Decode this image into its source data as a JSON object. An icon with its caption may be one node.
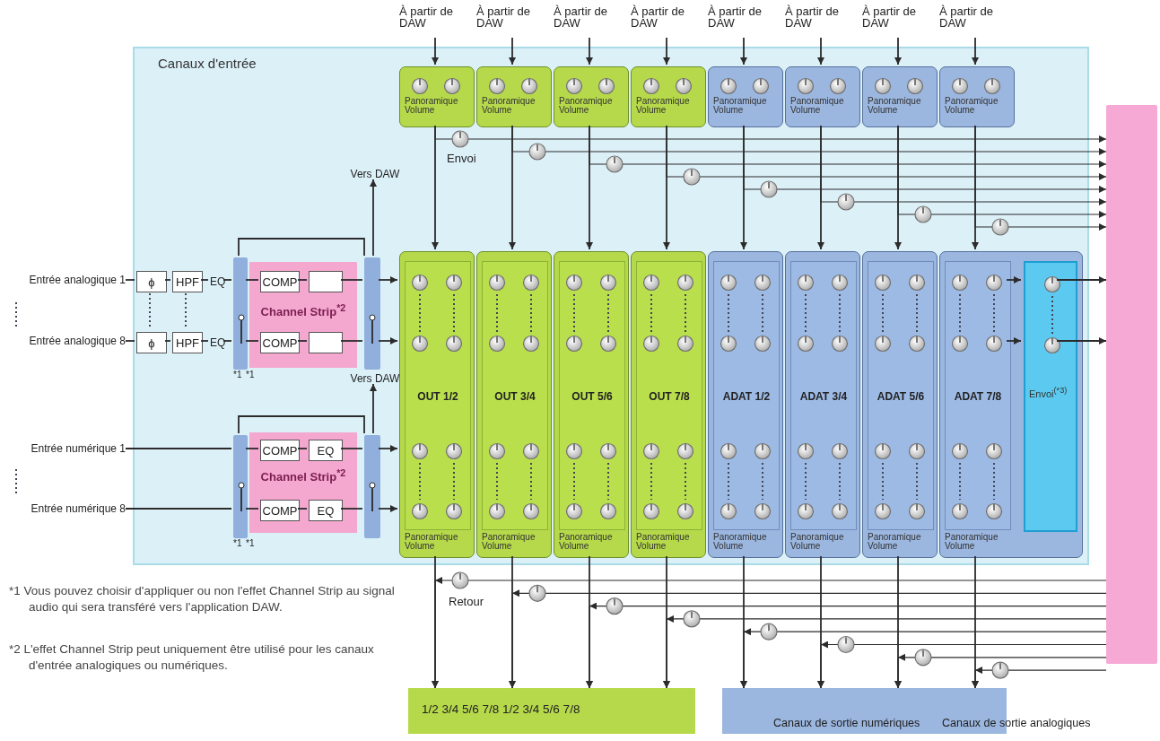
{
  "diagram": {
    "nodes": [
      {
        "text": [
          "Canaux d'entrée"
        ]
      },
      {
        "text": [
          "À partir de DAW"
        ]
      },
      {
        "text": [
          "À partir de DAW"
        ]
      },
      {
        "text": [
          "À partir de DAW"
        ]
      },
      {
        "text": [
          "À partir de DAW"
        ]
      },
      {
        "text": [
          "À partir de DAW"
        ]
      },
      {
        "text": [
          "À partir de DAW"
        ]
      },
      {
        "text": [
          "À partir de DAW"
        ]
      },
      {
        "text": [
          "À partir de DAW"
        ]
      },
      {
        "text": [
          "Panoramique Volume"
        ],
        "in": 0
      },
      {
        "text": [
          "Panoramique Volume"
        ],
        "in": 0
      },
      {
        "text": [
          "Panoramique Volume"
        ],
        "in": 0
      },
      {
        "text": [
          "Panoramique Volume"
        ],
        "in": 0
      },
      {
        "text": [
          "Panoramique Volume"
        ],
        "in": 0
      },
      {
        "text": [
          "Panoramique Volume"
        ],
        "in": 0
      },
      {
        "text": [
          "Panoramique Volume"
        ],
        "in": 0
      },
      {
        "text": [
          "Panoramique Volume"
        ],
        "in": 0
      },
      {
        "text": [
          "Vers DAW"
        ],
        "in": 0
      },
      {
        "text": [
          "Entrée analogique 1"
        ]
      },
      {
        "text": [
          "ϕ"
        ],
        "in": 0
      },
      {
        "text": [
          "HPF"
        ],
        "in": 0
      },
      {
        "text": [
          "EQ"
        ],
        "in": 0
      },
      {
        "text": [],
        "shape": "bar",
        "beside": [
          "*1",
          "*1"
        ],
        "in": 0
      },
      {
        "text": [
          "Channel Strip$^{*2}$"
        ],
        "in": 0
      },
      {
        "text": [
          "COMP"
        ],
        "in": 23
      },
      {
        "text": [],
        "shape": "box",
        "in": 23
      },
      {
        "text": [],
        "shape": "bar",
        "in": 0
      },
      {
        "text": [
          "Entrée analogique 8"
        ]
      },
      {
        "text": [
          "ϕ"
        ],
        "in": 0
      },
      {
        "text": [
          "HPF"
        ],
        "in": 0
      },
      {
        "text": [
          "EQ"
        ],
        "in": 0
      },
      {
        "text": [
          "COMP"
        ],
        "in": 23
      },
      {
        "text": [],
        "shape": "box",
        "in": 23
      },
      {
        "text": [
          "Vers DAW"
        ],
        "in": 0
      },
      {
        "text": [
          "Entrée numérique 1"
        ]
      },
      {
        "text": [],
        "shape": "bar",
        "beside": [
          "*1",
          "*1"
        ],
        "in": 0
      },
      {
        "text": [
          "Channel Strip$^{*2}$"
        ],
        "in": 0
      },
      {
        "text": [
          "COMP"
        ],
        "in": 36
      },
      {
        "text": [
          "EQ"
        ],
        "in": 36
      },
      {
        "text": [],
        "shape": "bar",
        "in": 0
      },
      {
        "text": [
          "Entrée numérique 8"
        ]
      },
      {
        "text": [
          "COMP"
        ],
        "in": 36
      },
      {
        "text": [
          "EQ"
        ],
        "in": 36
      },
      {
        "text": [
          "OUT 1/2",
          "Panoramique Volume"
        ],
        "in": 0
      },
      {
        "text": [
          "OUT 3/4",
          "Panoramique Volume"
        ],
        "in": 0
      },
      {
        "text": [
          "OUT 5/6",
          "Panoramique Volume"
        ],
        "in": 0
      },
      {
        "text": [
          "OUT 7/8",
          "Panoramique Volume"
        ],
        "in": 0
      },
      {
        "text": [
          "ADAT 1/2",
          "Panoramique Volume"
        ],
        "in": 0
      },
      {
        "text": [
          "ADAT 3/4",
          "Panoramique Volume"
        ],
        "in": 0
      },
      {
        "text": [
          "ADAT 5/6",
          "Panoramique Volume"
        ],
        "in": 0
      },
      {
        "text": [
          "ADAT 7/8",
          "Panoramique Volume"
        ],
        "in": 0
      },
      {
        "text": [
          "Envoi$^{(*3)}$"
        ],
        "in": 50
      },
      {
        "text": [],
        "shape": "bar"
      },
      {
        "text": [
          "1/2 3/4 5/6 7/8 1/2 3/4 5/6 7/8"
        ]
      },
      {
        "text": [],
        "shape": "box"
      }
    ],
    "edges": [
      {
        "from": 1,
        "to": 9,
        "arrow": "to"
      },
      {
        "from": 2,
        "to": 10,
        "arrow": "to"
      },
      {
        "from": 3,
        "to": 11,
        "arrow": "to"
      },
      {
        "from": 4,
        "to": 12,
        "arrow": "to"
      },
      {
        "from": 5,
        "to": 13,
        "arrow": "to"
      },
      {
        "from": 6,
        "to": 14,
        "arrow": "to"
      },
      {
        "from": 7,
        "to": 15,
        "arrow": "to"
      },
      {
        "from": 8,
        "to": 16,
        "arrow": "to"
      },
      {
        "from": 9,
        "to": 43,
        "arrow": "to"
      },
      {
        "from": 10,
        "to": 44,
        "arrow": "to"
      },
      {
        "from": 11,
        "to": 45,
        "arrow": "to"
      },
      {
        "from": 12,
        "to": 46,
        "arrow": "to"
      },
      {
        "from": 13,
        "to": 47,
        "arrow": "to"
      },
      {
        "from": 14,
        "to": 48,
        "arrow": "to"
      },
      {
        "from": 15,
        "to": 49,
        "arrow": "to"
      },
      {
        "from": 16,
        "to": 50,
        "arrow": "to"
      },
      {
        "from": 9,
        "to": 52,
        "arrow": "to"
      },
      {
        "from": 10,
        "to": 52,
        "arrow": "to"
      },
      {
        "from": 11,
        "to": 52,
        "arrow": "to"
      },
      {
        "from": 12,
        "to": 52,
        "arrow": "to"
      },
      {
        "from": 13,
        "to": 52,
        "arrow": "to"
      },
      {
        "from": 14,
        "to": 52,
        "arrow": "to"
      },
      {
        "from": 15,
        "to": 52,
        "arrow": "to"
      },
      {
        "from": 16,
        "to": 52,
        "arrow": "to"
      },
      {
        "from": 18,
        "to": 19,
        "arrow": "none"
      },
      {
        "from": 19,
        "to": 20,
        "arrow": "none"
      },
      {
        "from": 20,
        "to": 21,
        "arrow": "none"
      },
      {
        "from": 21,
        "to": 22,
        "arrow": "none"
      },
      {
        "from": 22,
        "to": 24,
        "arrow": "none"
      },
      {
        "from": 24,
        "to": 25,
        "arrow": "none"
      },
      {
        "from": 25,
        "to": 26,
        "arrow": "none"
      },
      {
        "from": 26,
        "to": 43,
        "arrow": "to"
      },
      {
        "from": 27,
        "to": 28,
        "arrow": "none"
      },
      {
        "from": 28,
        "to": 29,
        "arrow": "none"
      },
      {
        "from": 29,
        "to": 30,
        "arrow": "none"
      },
      {
        "from": 30,
        "to": 22,
        "arrow": "none"
      },
      {
        "from": 22,
        "to": 31,
        "arrow": "none"
      },
      {
        "from": 31,
        "to": 32,
        "arrow": "none"
      },
      {
        "from": 32,
        "to": 26,
        "arrow": "none"
      },
      {
        "from": 26,
        "to": 43,
        "arrow": "to"
      },
      {
        "from": 34,
        "to": 35,
        "arrow": "none"
      },
      {
        "from": 35,
        "to": 37,
        "arrow": "none"
      },
      {
        "from": 37,
        "to": 38,
        "arrow": "none"
      },
      {
        "from": 38,
        "to": 39,
        "arrow": "none"
      },
      {
        "from": 39,
        "to": 43,
        "arrow": "to"
      },
      {
        "from": 40,
        "to": 35,
        "arrow": "none"
      },
      {
        "from": 35,
        "to": 41,
        "arrow": "none"
      },
      {
        "from": 41,
        "to": 42,
        "arrow": "none"
      },
      {
        "from": 42,
        "to": 39,
        "arrow": "none"
      },
      {
        "from": 39,
        "to": 43,
        "arrow": "to"
      },
      {
        "from": 22,
        "to": 26,
        "arrow": "none"
      },
      {
        "from": 35,
        "to": 39,
        "arrow": "none"
      },
      {
        "from": 26,
        "to": 17,
        "arrow": "to"
      },
      {
        "from": 39,
        "to": 33,
        "arrow": "to"
      },
      {
        "from": null,
        "to": 51,
        "arrow": "to"
      },
      {
        "from": null,
        "to": 51,
        "arrow": "to"
      },
      {
        "from": 51,
        "to": 52,
        "arrow": "to"
      },
      {
        "from": 51,
        "to": 52,
        "arrow": "to"
      },
      {
        "from": 43,
        "to": 53,
        "arrow": "to"
      },
      {
        "from": 44,
        "to": 53,
        "arrow": "to"
      },
      {
        "from": 45,
        "to": 53,
        "arrow": "to"
      },
      {
        "from": 46,
        "to": 53,
        "arrow": "to"
      },
      {
        "from": 47,
        "to": 54,
        "arrow": "to"
      },
      {
        "from": 48,
        "to": 54,
        "arrow": "to"
      },
      {
        "from": 49,
        "to": 54,
        "arrow": "to"
      },
      {
        "from": 50,
        "to": 54,
        "arrow": "to"
      },
      {
        "from": 52,
        "to": 53,
        "arrow": "to"
      },
      {
        "from": 52,
        "to": 53,
        "arrow": "to"
      },
      {
        "from": 52,
        "to": 53,
        "arrow": "to"
      },
      {
        "from": 52,
        "to": 53,
        "arrow": "to"
      },
      {
        "from": 52,
        "to": 54,
        "arrow": "to"
      },
      {
        "from": 52,
        "to": 54,
        "arrow": "to"
      },
      {
        "from": 52,
        "to": 54,
        "arrow": "to"
      },
      {
        "from": 52,
        "to": 54,
        "arrow": "to"
      }
    ],
    "labels": [
      "Envoi",
      "*1 Vous pouvez choisir d'appliquer ou non l'effet Channel Strip au signal audio qui sera transféré vers l'application DAW.",
      "Retour",
      "*2 L'effet Channel Strip peut uniquement être utilisé pour les canaux d'entrée analogiques ou numériques.",
      "Canaux de sortie numériques",
      "Canaux de sortie analogiques"
    ]
  }
}
